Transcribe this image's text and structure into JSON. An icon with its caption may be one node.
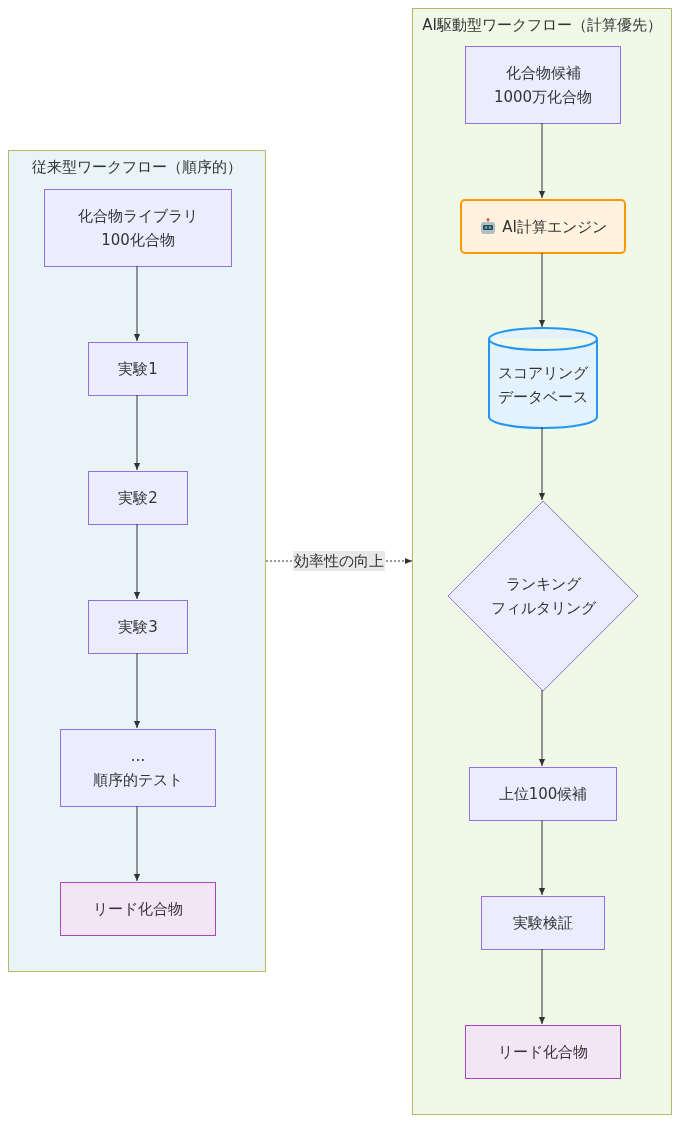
{
  "diagram": {
    "nodes": [
      {
        "text": [
          "従来型ワークフロー（順序的）"
        ]
      },
      {
        "text": [
          "化合物ライブラリ",
          "100化合物"
        ],
        "in": 0
      },
      {
        "text": [
          "実験1"
        ],
        "in": 0
      },
      {
        "text": [
          "実験2"
        ],
        "in": 0
      },
      {
        "text": [
          "実験3"
        ],
        "in": 0
      },
      {
        "text": [
          "...",
          "順序的テスト"
        ],
        "in": 0
      },
      {
        "text": [
          "リード化合物"
        ],
        "in": 0
      },
      {
        "text": [
          "AI駆動型ワークフロー（計算優先）"
        ]
      },
      {
        "text": [
          "化合物候補",
          "1000万化合物"
        ],
        "in": 7
      },
      {
        "text": [
          "AI計算エンジン"
        ],
        "in": 7
      },
      {
        "text": [
          "スコアリング",
          "データベース"
        ],
        "in": 7
      },
      {
        "text": [
          "ランキング",
          "フィルタリング"
        ],
        "in": 7
      },
      {
        "text": [
          "上位100候補"
        ],
        "in": 7
      },
      {
        "text": [
          "実験検証"
        ],
        "in": 7
      },
      {
        "text": [
          "リード化合物"
        ],
        "in": 7
      }
    ],
    "edges": [
      {
        "from": 1,
        "to": 2,
        "arrow": "to"
      },
      {
        "from": 2,
        "to": 3,
        "arrow": "to"
      },
      {
        "from": 3,
        "to": 4,
        "arrow": "to"
      },
      {
        "from": 4,
        "to": 5,
        "arrow": "to"
      },
      {
        "from": 5,
        "to": 6,
        "arrow": "to"
      },
      {
        "from": 8,
        "to": 9,
        "arrow": "to"
      },
      {
        "from": 9,
        "to": 10,
        "arrow": "to"
      },
      {
        "from": 10,
        "to": 11,
        "arrow": "to"
      },
      {
        "from": 11,
        "to": 12,
        "arrow": "to"
      },
      {
        "from": 12,
        "to": 13,
        "arrow": "to"
      },
      {
        "from": 13,
        "to": 14,
        "arrow": "to"
      },
      {
        "from": 0,
        "to": 7,
        "arrow": "to",
        "label": "効率性の向上",
        "style": "dashed"
      }
    ]
  }
}
